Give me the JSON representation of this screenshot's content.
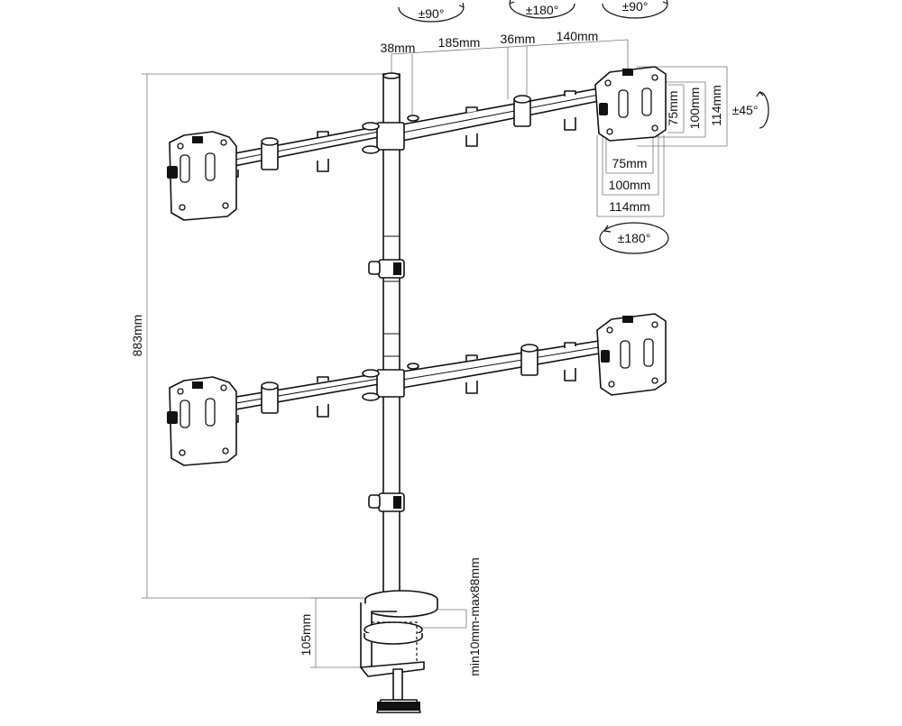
{
  "diagram": {
    "labels": {
      "rot_top_left": "±90°",
      "rot_top_mid": "±180°",
      "rot_top_right": "±90°",
      "rot_vesa_bottom": "±180°",
      "tilt_right": "±45°",
      "arm_seg_1": "38mm",
      "arm_seg_2": "185mm",
      "arm_seg_3": "36mm",
      "arm_seg_4": "140mm",
      "vesa_h_75": "75mm",
      "vesa_h_100": "100mm",
      "vesa_h_114": "114mm",
      "vesa_v_75": "75mm",
      "vesa_v_100": "100mm",
      "vesa_v_114": "114mm",
      "pole_height": "883mm",
      "clamp_height": "105mm",
      "desk_thickness": "min10mm-max88mm"
    }
  }
}
